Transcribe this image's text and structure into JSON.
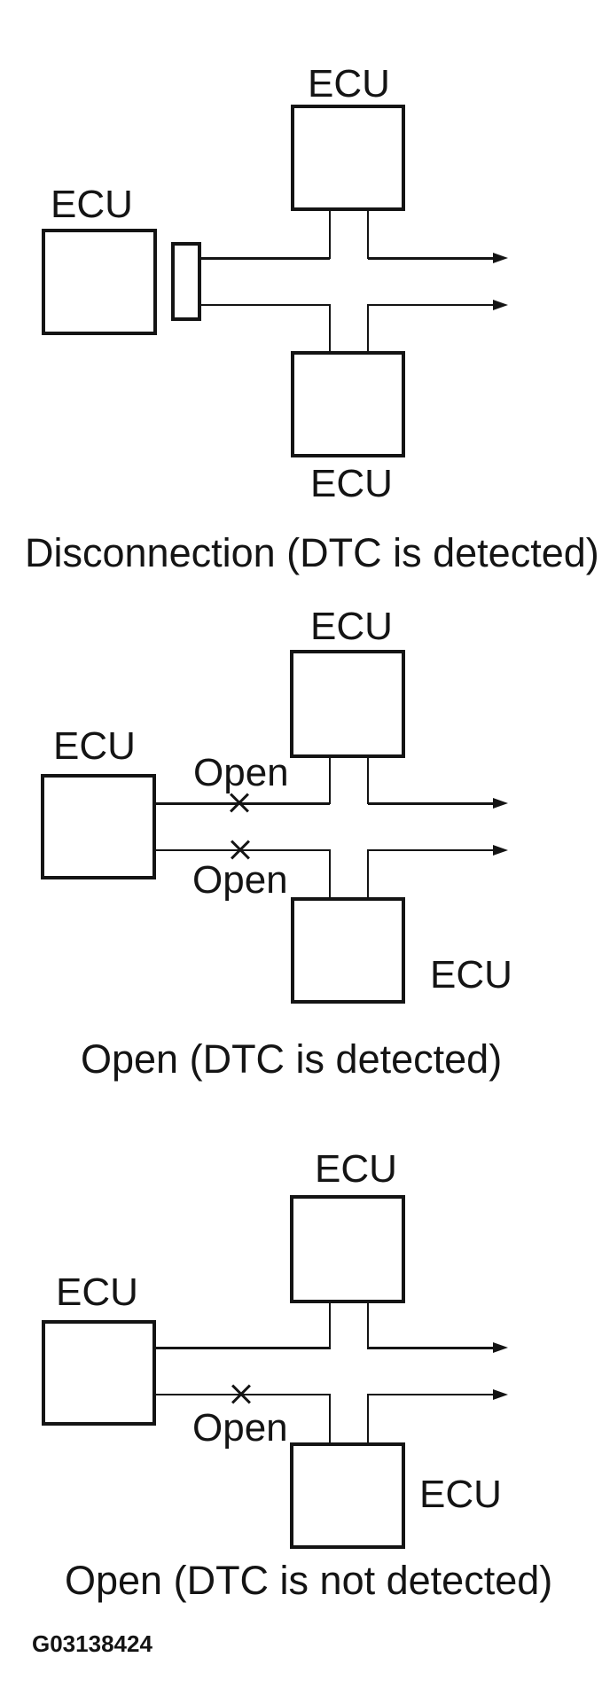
{
  "page": {
    "background": "#ffffff",
    "ink": "#141414"
  },
  "figure_id": "G03138424",
  "diagrams": [
    {
      "id": "disconnection",
      "caption": "Disconnection (DTC is detected)",
      "ecu_top": "ECU",
      "ecu_left": "ECU",
      "ecu_bottom": "ECU"
    },
    {
      "id": "open-detected",
      "caption": "Open (DTC is detected)",
      "ecu_top": "ECU",
      "ecu_left": "ECU",
      "ecu_bottom": "ECU",
      "open_label_top": "Open",
      "open_label_bottom": "Open"
    },
    {
      "id": "open-not-detected",
      "caption": "Open (DTC is not detected)",
      "ecu_top": "ECU",
      "ecu_left": "ECU",
      "ecu_bottom": "ECU",
      "open_label": "Open"
    }
  ]
}
